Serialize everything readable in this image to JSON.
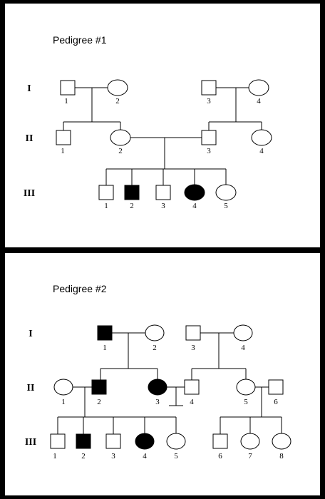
{
  "pedigrees": [
    {
      "title": "Pedigree #1",
      "generations": [
        "I",
        "II",
        "III"
      ],
      "individuals": [
        {
          "gen": "I",
          "num": "1",
          "sex": "male",
          "affected": false
        },
        {
          "gen": "I",
          "num": "2",
          "sex": "female",
          "affected": false
        },
        {
          "gen": "I",
          "num": "3",
          "sex": "male",
          "affected": false
        },
        {
          "gen": "I",
          "num": "4",
          "sex": "female",
          "affected": false
        },
        {
          "gen": "II",
          "num": "1",
          "sex": "male",
          "affected": false
        },
        {
          "gen": "II",
          "num": "2",
          "sex": "female",
          "affected": false
        },
        {
          "gen": "II",
          "num": "3",
          "sex": "male",
          "affected": false
        },
        {
          "gen": "II",
          "num": "4",
          "sex": "female",
          "affected": false
        },
        {
          "gen": "III",
          "num": "1",
          "sex": "male",
          "affected": false
        },
        {
          "gen": "III",
          "num": "2",
          "sex": "male",
          "affected": true
        },
        {
          "gen": "III",
          "num": "3",
          "sex": "male",
          "affected": false
        },
        {
          "gen": "III",
          "num": "4",
          "sex": "female",
          "affected": true
        },
        {
          "gen": "III",
          "num": "5",
          "sex": "female",
          "affected": false
        }
      ]
    },
    {
      "title": "Pedigree #2",
      "generations": [
        "I",
        "II",
        "III"
      ],
      "individuals": [
        {
          "gen": "I",
          "num": "1",
          "sex": "male",
          "affected": true
        },
        {
          "gen": "I",
          "num": "2",
          "sex": "female",
          "affected": false
        },
        {
          "gen": "I",
          "num": "3",
          "sex": "male",
          "affected": false
        },
        {
          "gen": "I",
          "num": "4",
          "sex": "female",
          "affected": false
        },
        {
          "gen": "II",
          "num": "1",
          "sex": "female",
          "affected": false
        },
        {
          "gen": "II",
          "num": "2",
          "sex": "male",
          "affected": true
        },
        {
          "gen": "II",
          "num": "3",
          "sex": "female",
          "affected": true
        },
        {
          "gen": "II",
          "num": "4",
          "sex": "male",
          "affected": false
        },
        {
          "gen": "II",
          "num": "5",
          "sex": "female",
          "affected": false
        },
        {
          "gen": "II",
          "num": "6",
          "sex": "male",
          "affected": false
        },
        {
          "gen": "III",
          "num": "1",
          "sex": "male",
          "affected": false
        },
        {
          "gen": "III",
          "num": "2",
          "sex": "male",
          "affected": true
        },
        {
          "gen": "III",
          "num": "3",
          "sex": "male",
          "affected": false
        },
        {
          "gen": "III",
          "num": "4",
          "sex": "female",
          "affected": true
        },
        {
          "gen": "III",
          "num": "5",
          "sex": "female",
          "affected": false
        },
        {
          "gen": "III",
          "num": "6",
          "sex": "male",
          "affected": false
        },
        {
          "gen": "III",
          "num": "7",
          "sex": "female",
          "affected": false
        },
        {
          "gen": "III",
          "num": "8",
          "sex": "female",
          "affected": false
        }
      ]
    }
  ]
}
